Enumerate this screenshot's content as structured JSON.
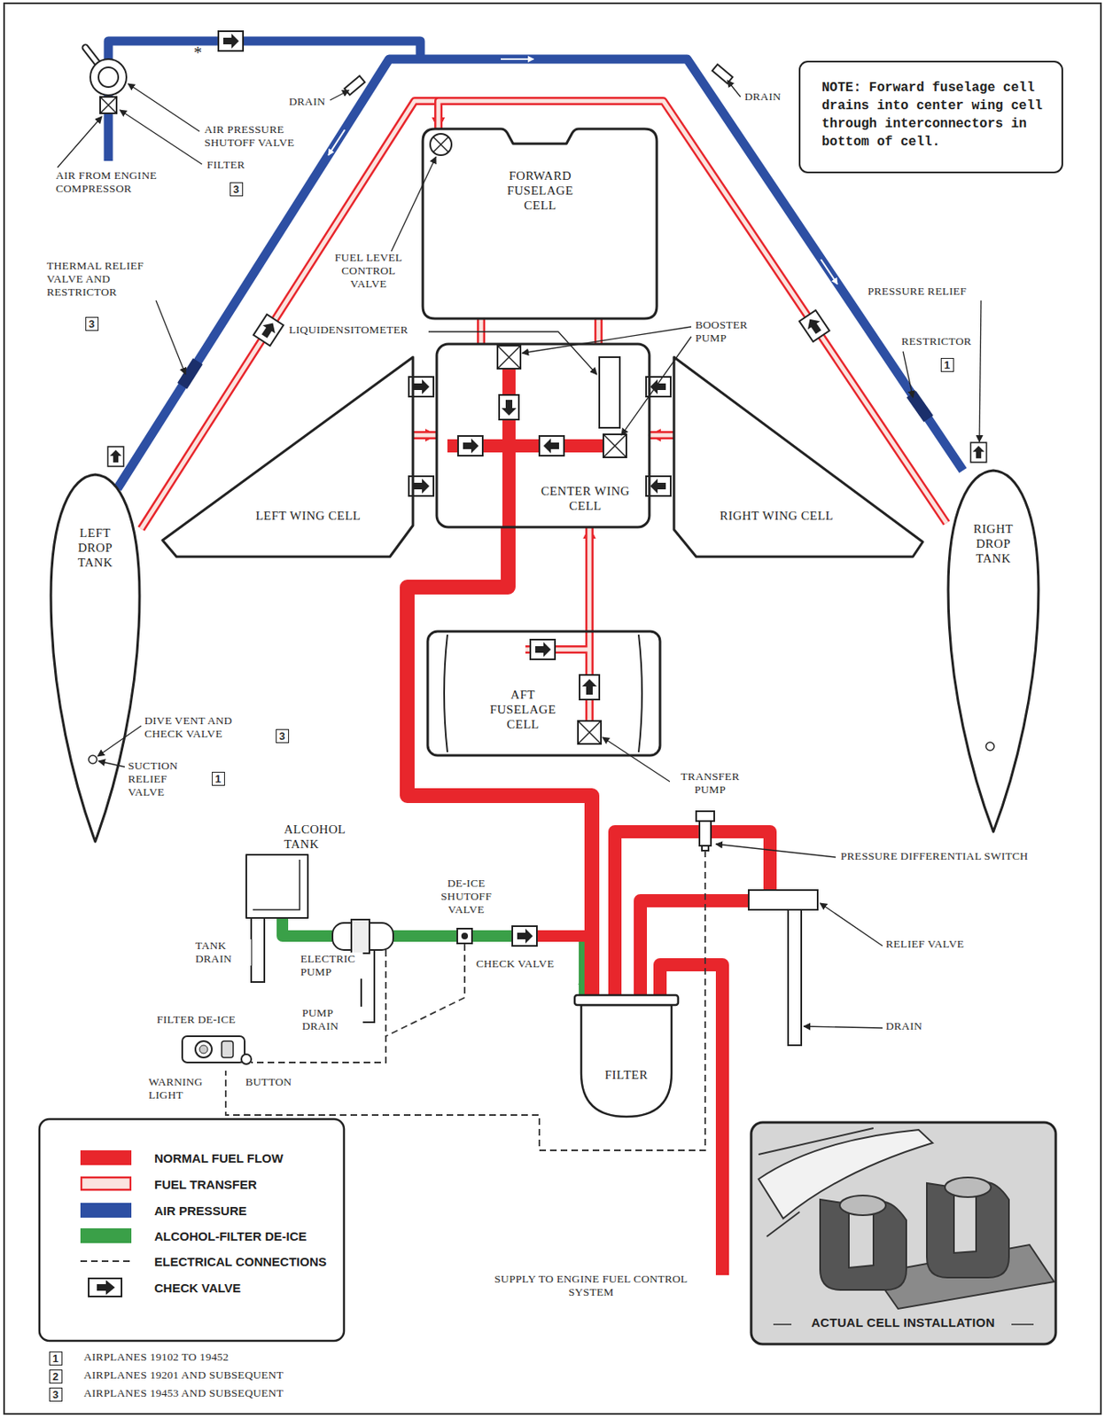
{
  "diagram": {
    "nodes": [
      {
        "text": [
          "NOTE: Forward fuselage cell drains into center wing cell through interconnectors in bottom of cell."
        ]
      },
      {
        "text": [
          "FORWARD FUSELAGE CELL"
        ]
      },
      {
        "text": [
          "LEFT WING CELL"
        ]
      },
      {
        "text": [
          "CENTER WING CELL"
        ]
      },
      {
        "text": [
          "RIGHT WING CELL"
        ]
      },
      {
        "text": [
          "LEFT DROP TANK"
        ]
      },
      {
        "text": [
          "RIGHT DROP TANK"
        ]
      },
      {
        "text": [
          "AFT FUSELAGE CELL"
        ]
      },
      {
        "text": [
          "ALCOHOL TANK"
        ]
      },
      {
        "text": [
          "FILTER"
        ]
      },
      {
        "text": [
          "ACTUAL CELL INSTALLATION"
        ]
      }
    ],
    "edges": [
      {
        "from": 1,
        "to": 3,
        "arrow": "none"
      },
      {
        "from": 2,
        "to": 3,
        "arrow": "to"
      },
      {
        "from": 4,
        "to": 3,
        "arrow": "to"
      },
      {
        "from": 5,
        "to": 1,
        "arrow": "to"
      },
      {
        "from": 6,
        "to": 1,
        "arrow": "to"
      },
      {
        "from": 7,
        "to": 3,
        "arrow": "to"
      },
      {
        "from": 8,
        "to": 9,
        "arrow": "to"
      },
      {
        "from": 3,
        "to": 9,
        "arrow": "to"
      }
    ],
    "labels": [
      "DRAIN",
      "DRAIN",
      "AIR PRESSURE SHUTOFF VALVE",
      "AIR FROM ENGINE COMPRESSOR",
      "FILTER",
      "3",
      "*",
      "THERMAL RELIEF VALVE AND RESTRICTOR",
      "3",
      "FUEL LEVEL CONTROL VALVE",
      "LIQUIDENSITOMETER",
      "BOOSTER PUMP",
      "PRESSURE RELIEF",
      "RESTRICTOR",
      "1",
      "DIVE VENT AND CHECK VALVE",
      "3",
      "SUCTION RELIEF VALVE",
      "1",
      "TRANSFER PUMP",
      "PRESSURE DIFFERENTIAL SWITCH",
      "RELIEF VALVE",
      "DRAIN",
      "TANK DRAIN",
      "ELECTRIC PUMP",
      "DE-ICE SHUTOFF VALVE",
      "CHECK VALVE",
      "PUMP DRAIN",
      "FILTER DE-ICE",
      "WARNING LIGHT",
      "BUTTON",
      "SUPPLY TO ENGINE FUEL CONTROL SYSTEM",
      "1",
      "AIRPLANES 19102 TO 19452",
      "2",
      "AIRPLANES 19201 AND SUBSEQUENT",
      "3",
      "AIRPLANES 19453 AND SUBSEQUENT"
    ],
    "legend": [
      {
        "text": "NORMAL FUEL FLOW",
        "color": "#e8262c"
      },
      {
        "text": "FUEL TRANSFER"
      },
      {
        "text": "AIR PRESSURE",
        "color": "#2d4fa3"
      },
      {
        "text": "ALCOHOL-FILTER DE-ICE",
        "color": "#3aa048"
      },
      {
        "text": "ELECTRICAL CONNECTIONS"
      },
      {
        "text": "CHECK VALVE"
      }
    ]
  }
}
